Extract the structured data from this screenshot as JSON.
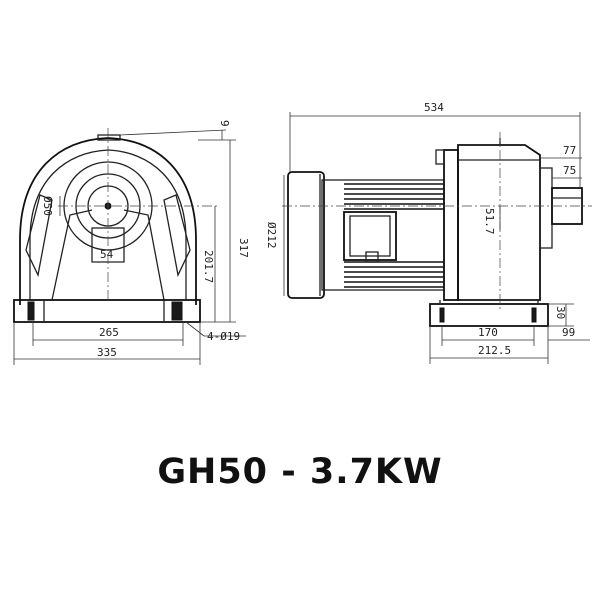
{
  "title": "GH50 - 3.7KW",
  "front_view": {
    "dims": {
      "height_317": "317",
      "shaft_height": "201.7",
      "top_offset": "9",
      "shaft_dia": "Ø50",
      "key_width": "54",
      "bolt_spacing": "265",
      "base_width": "335",
      "holes": "4-Ø19"
    }
  },
  "side_view": {
    "dims": {
      "total_length": "534",
      "motor_dia": "Ø212",
      "shaft_len": "77",
      "key_len": "75",
      "key_height": "51.7",
      "foot_height": "30",
      "foot_spacing": "170",
      "foot_length": "212.5",
      "shaft_offset": "99"
    }
  }
}
